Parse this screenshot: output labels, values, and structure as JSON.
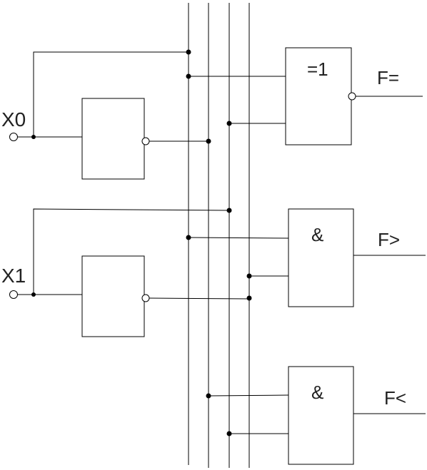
{
  "inputs": {
    "x0": "X0",
    "x1": "X1"
  },
  "gates": {
    "xor_label": "=1",
    "and_gt_label": "&",
    "and_lt_label": "&"
  },
  "outputs": {
    "eq": "F=",
    "gt": "F>",
    "lt": "F<"
  }
}
